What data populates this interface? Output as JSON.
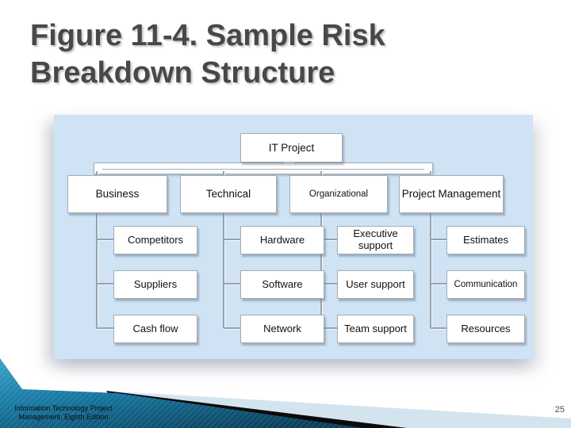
{
  "slide": {
    "title_line1": "Figure 11-4. Sample Risk",
    "title_line2": "Breakdown Structure",
    "footer_line1": "Information Technology Project",
    "footer_line2": "Management, Eighth Edition",
    "page_number": "25"
  },
  "diagram": {
    "root": {
      "label": "IT Project"
    },
    "categories": [
      {
        "label": "Business",
        "children": [
          "Competitors",
          "Suppliers",
          "Cash flow"
        ]
      },
      {
        "label": "Technical",
        "children": [
          "Hardware",
          "Software",
          "Network"
        ]
      },
      {
        "label": "Organizational",
        "children": [
          "Executive support",
          "User support",
          "Team support"
        ]
      },
      {
        "label": "Project Management",
        "children": [
          "Estimates",
          "Communication",
          "Resources"
        ]
      }
    ],
    "colors": {
      "panel_bg": "#cfe3f4",
      "box_bg": "#ffffff",
      "box_border": "#a3abb4",
      "connector": "#98a2ac",
      "teal_accent": "#1879a2",
      "black_band": "#0b0b0b",
      "pale_band": "#d4e4ee"
    }
  }
}
